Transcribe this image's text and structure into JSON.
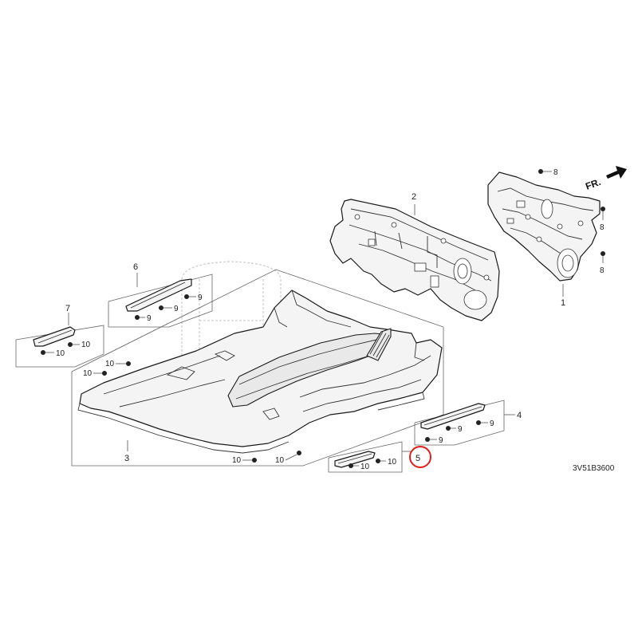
{
  "direction_label": "FR.",
  "diagram_code": "3V51B3600",
  "callouts": {
    "part_1": "1",
    "part_2": "2",
    "part_3": "3",
    "part_4": "4",
    "part_5": "5",
    "part_6": "6",
    "part_7": "7",
    "clip_8": "8",
    "clip_9": "9",
    "clip_10": "10"
  },
  "highlight_color": "#e0201b"
}
